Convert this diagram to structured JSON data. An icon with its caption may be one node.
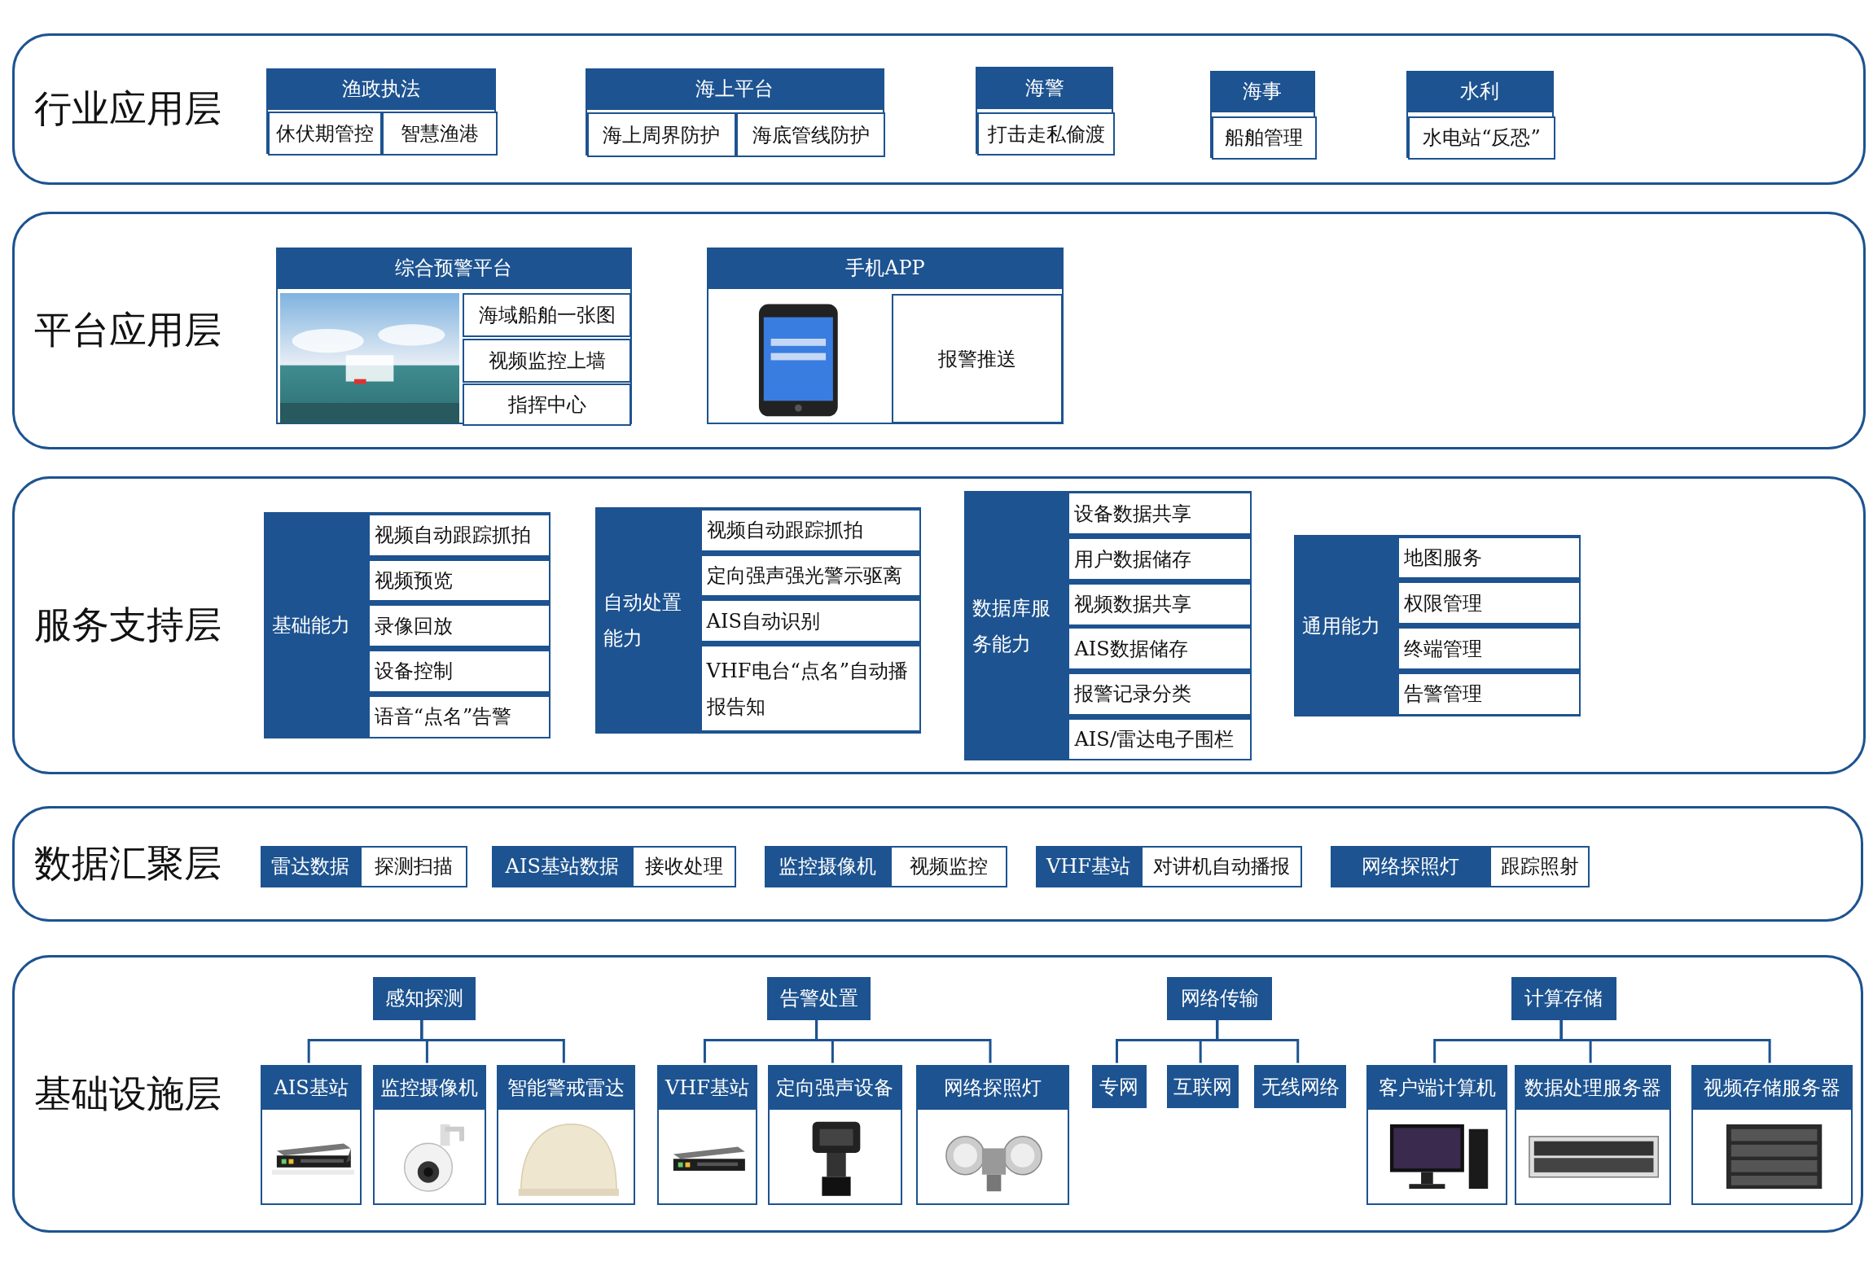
{
  "diagram": {
    "nodes": [
      {
        "text": [
          "行业应用层"
        ]
      },
      {
        "text": [
          "渔政执法"
        ],
        "in": 0
      },
      {
        "text": [
          "休伏期管控"
        ],
        "in": 1
      },
      {
        "text": [
          "智慧渔港"
        ],
        "in": 1
      },
      {
        "text": [
          "海上平台"
        ],
        "in": 0
      },
      {
        "text": [
          "海上周界防护"
        ],
        "in": 4
      },
      {
        "text": [
          "海底管线防护"
        ],
        "in": 4
      },
      {
        "text": [
          "海警"
        ],
        "in": 0
      },
      {
        "text": [
          "打击走私偷渡"
        ],
        "in": 7
      },
      {
        "text": [
          "海事"
        ],
        "in": 0
      },
      {
        "text": [
          "船舶管理"
        ],
        "in": 9
      },
      {
        "text": [
          "水利"
        ],
        "in": 0
      },
      {
        "text": [
          "水电站“反恐”"
        ],
        "in": 11
      },
      {
        "text": [
          "平台应用层"
        ]
      },
      {
        "text": [
          "综合预警平台"
        ],
        "in": 13
      },
      {
        "text": [],
        "shape": "picture",
        "in": 14
      },
      {
        "text": [
          "海域船舶一张图"
        ],
        "in": 14
      },
      {
        "text": [
          "视频监控上墙"
        ],
        "in": 14
      },
      {
        "text": [
          "指挥中心"
        ],
        "in": 14
      },
      {
        "text": [
          "手机APP"
        ],
        "in": 13
      },
      {
        "text": [],
        "shape": "picture",
        "in": 19
      },
      {
        "text": [
          "报警推送"
        ],
        "in": 19
      },
      {
        "text": [
          "服务支持层"
        ]
      },
      {
        "text": [
          "基础能力"
        ],
        "in": 22
      },
      {
        "text": [
          "视频自动跟踪抓拍"
        ],
        "in": 23
      },
      {
        "text": [
          "视频预览"
        ],
        "in": 23
      },
      {
        "text": [
          "录像回放"
        ],
        "in": 23
      },
      {
        "text": [
          "设备控制"
        ],
        "in": 23
      },
      {
        "text": [
          "语音“点名”告警"
        ],
        "in": 23
      },
      {
        "text": [
          "自动处置能力"
        ],
        "in": 22
      },
      {
        "text": [
          "视频自动跟踪抓拍"
        ],
        "in": 29
      },
      {
        "text": [
          "定向强声强光警示驱离"
        ],
        "in": 29
      },
      {
        "text": [
          "AIS自动识别"
        ],
        "in": 29
      },
      {
        "text": [
          "VHF电台“点名”自动播报告知"
        ],
        "in": 29
      },
      {
        "text": [
          "数据库服务能力"
        ],
        "in": 22
      },
      {
        "text": [
          "设备数据共享"
        ],
        "in": 34
      },
      {
        "text": [
          "用户数据储存"
        ],
        "in": 34
      },
      {
        "text": [
          "视频数据共享"
        ],
        "in": 34
      },
      {
        "text": [
          "AIS数据储存"
        ],
        "in": 34
      },
      {
        "text": [
          "报警记录分类"
        ],
        "in": 34
      },
      {
        "text": [
          "AIS/雷达电子围栏"
        ],
        "in": 34
      },
      {
        "text": [
          "通用能力"
        ],
        "in": 22
      },
      {
        "text": [
          "地图服务"
        ],
        "in": 41
      },
      {
        "text": [
          "权限管理"
        ],
        "in": 41
      },
      {
        "text": [
          "终端管理"
        ],
        "in": 41
      },
      {
        "text": [
          "告警管理"
        ],
        "in": 41
      },
      {
        "text": [
          "数据汇聚层"
        ]
      },
      {
        "text": [
          "雷达数据"
        ],
        "in": 46
      },
      {
        "text": [
          "探测扫描"
        ],
        "in": 46
      },
      {
        "text": [
          "AIS基站数据"
        ],
        "in": 46
      },
      {
        "text": [
          "接收处理"
        ],
        "in": 46
      },
      {
        "text": [
          "监控摄像机"
        ],
        "in": 46
      },
      {
        "text": [
          "视频监控"
        ],
        "in": 46
      },
      {
        "text": [
          "VHF基站"
        ],
        "in": 46
      },
      {
        "text": [
          "对讲机自动播报"
        ],
        "in": 46
      },
      {
        "text": [
          "网络探照灯"
        ],
        "in": 46
      },
      {
        "text": [
          "跟踪照射"
        ],
        "in": 46
      },
      {
        "text": [
          "基础设施层"
        ]
      },
      {
        "text": [
          "感知探测"
        ],
        "in": 57
      },
      {
        "text": [
          "告警处置"
        ],
        "in": 57
      },
      {
        "text": [
          "网络传输"
        ],
        "in": 57
      },
      {
        "text": [
          "计算存储"
        ],
        "in": 57
      },
      {
        "text": [
          "AIS基站"
        ],
        "in": 57
      },
      {
        "text": [],
        "shape": "picture",
        "in": 62
      },
      {
        "text": [
          "监控摄像机"
        ],
        "in": 57
      },
      {
        "text": [],
        "shape": "picture",
        "in": 64
      },
      {
        "text": [
          "智能警戒雷达"
        ],
        "in": 57
      },
      {
        "text": [],
        "shape": "picture",
        "in": 66
      },
      {
        "text": [
          "VHF基站"
        ],
        "in": 57
      },
      {
        "text": [],
        "shape": "picture",
        "in": 68
      },
      {
        "text": [
          "定向强声设备"
        ],
        "in": 57
      },
      {
        "text": [],
        "shape": "picture",
        "in": 70
      },
      {
        "text": [
          "网络探照灯"
        ],
        "in": 57
      },
      {
        "text": [],
        "shape": "picture",
        "in": 72
      },
      {
        "text": [
          "专网"
        ],
        "in": 57
      },
      {
        "text": [
          "互联网"
        ],
        "in": 57
      },
      {
        "text": [
          "无线网络"
        ],
        "in": 57
      },
      {
        "text": [
          "客户端计算机"
        ],
        "in": 57
      },
      {
        "text": [],
        "shape": "picture",
        "in": 77
      },
      {
        "text": [
          "数据处理服务器"
        ],
        "in": 57
      },
      {
        "text": [],
        "shape": "picture",
        "in": 79
      },
      {
        "text": [
          "视频存储服务器"
        ],
        "in": 57
      },
      {
        "text": [],
        "shape": "picture",
        "in": 81
      }
    ],
    "edges": [
      {
        "from": 58,
        "to": 62,
        "arrow": "none"
      },
      {
        "from": 58,
        "to": 64,
        "arrow": "none"
      },
      {
        "from": 58,
        "to": 66,
        "arrow": "none"
      },
      {
        "from": 59,
        "to": 68,
        "arrow": "none"
      },
      {
        "from": 59,
        "to": 70,
        "arrow": "none"
      },
      {
        "from": 59,
        "to": 72,
        "arrow": "none"
      },
      {
        "from": 60,
        "to": 74,
        "arrow": "none"
      },
      {
        "from": 60,
        "to": 75,
        "arrow": "none"
      },
      {
        "from": 60,
        "to": 76,
        "arrow": "none"
      },
      {
        "from": 61,
        "to": 77,
        "arrow": "none"
      },
      {
        "from": 61,
        "to": 79,
        "arrow": "none"
      },
      {
        "from": 61,
        "to": 81,
        "arrow": "none"
      }
    ]
  }
}
